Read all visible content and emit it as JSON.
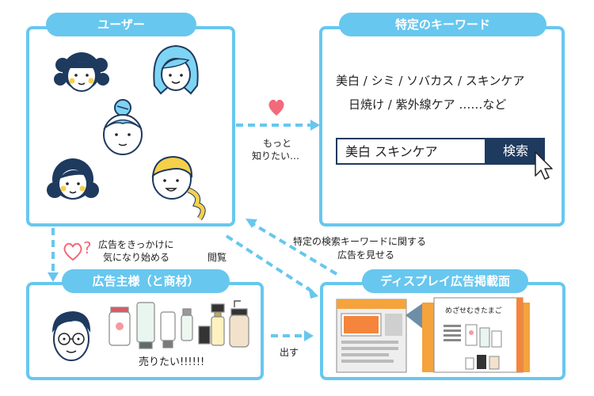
{
  "users": {
    "title": "ユーザー"
  },
  "keywords": {
    "title": "特定のキーワード",
    "line1": "美白 / シミ / ソバカス / スキンケア",
    "line2": "日焼け / 紫外線ケア ……など",
    "search_value": "美白 スキンケア",
    "search_button": "検索"
  },
  "advertiser": {
    "title": "広告主様（と商材）",
    "caption": "売りたい!!!!!!"
  },
  "display": {
    "title": "ディスプレイ広告掲載面",
    "mock_title": "めざせむきたまご"
  },
  "labels": {
    "want_more_1": "もっと",
    "want_more_2": "知りたい…",
    "interest_1": "広告をきっかけに",
    "interest_2": "気になり始める",
    "browse": "閲覧",
    "show_ads_1": "特定の検索キーワードに関する",
    "show_ads_2": "広告を見せる",
    "publish": "出す"
  },
  "colors": {
    "accent": "#67c7ef",
    "navy": "#1e3a5f",
    "skin": "#fde7d6",
    "cheek": "#f7d04a",
    "heart": "#f26b7a"
  }
}
